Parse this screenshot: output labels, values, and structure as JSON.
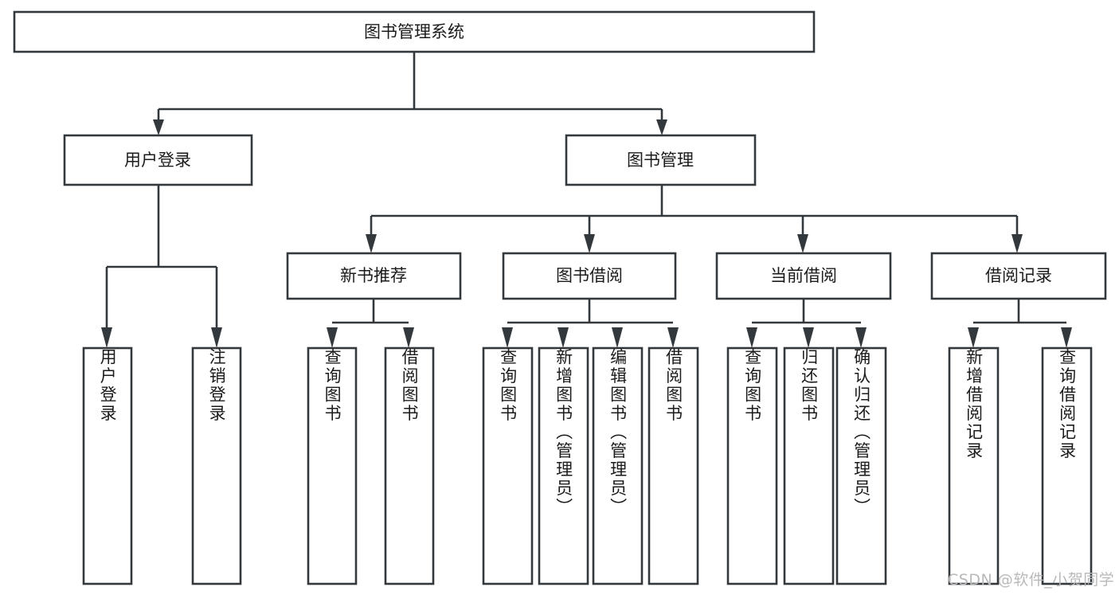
{
  "diagram": {
    "title": "图书管理系统",
    "type": "hierarchy-tree",
    "orientation": "top-down",
    "colors": {
      "box_stroke": "#33383d",
      "box_fill": "#ffffff",
      "text": "#1b1b1b",
      "background": "#ffffff",
      "watermark": "#b9b9b9"
    },
    "root": {
      "label": "图书管理系统"
    },
    "level2": [
      {
        "label": "用户登录"
      },
      {
        "label": "图书管理"
      }
    ],
    "level3": [
      {
        "label": "新书推荐"
      },
      {
        "label": "图书借阅"
      },
      {
        "label": "当前借阅"
      },
      {
        "label": "借阅记录"
      }
    ],
    "leaves": {
      "user_login": [
        {
          "label": "用户登录"
        },
        {
          "label": "注销登录"
        }
      ],
      "new_book_recommend": [
        {
          "label": "查询图书"
        },
        {
          "label": "借阅图书"
        }
      ],
      "book_borrow": [
        {
          "label": "查询图书"
        },
        {
          "label": "新增图书（管理员）"
        },
        {
          "label": "编辑图书（管理员）"
        },
        {
          "label": "借阅图书"
        }
      ],
      "current_borrow": [
        {
          "label": "查询图书"
        },
        {
          "label": "归还图书"
        },
        {
          "label": "确认归还（管理员）"
        }
      ],
      "borrow_record": [
        {
          "label": "新增借阅记录"
        },
        {
          "label": "查询借阅记录"
        }
      ]
    }
  },
  "watermark": {
    "text": "CSDN @软件_小贺同学"
  }
}
